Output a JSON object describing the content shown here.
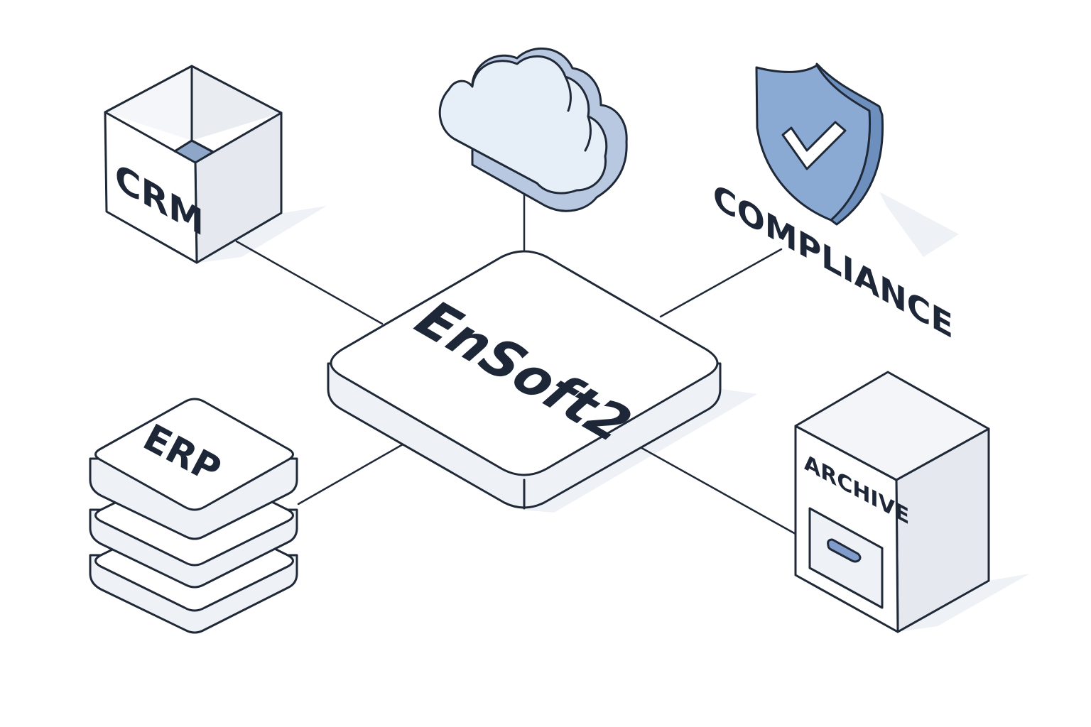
{
  "hub": {
    "label": "EnSoft2"
  },
  "nodes": {
    "crm": {
      "label": "CRM"
    },
    "erp": {
      "label": "ERP"
    },
    "cloud": {
      "label": ""
    },
    "compliance": {
      "label": "COMPLIANCE"
    },
    "archive": {
      "label": "ARCHIVE"
    }
  },
  "colors": {
    "outline": "#1f2937",
    "label": "#1e2738",
    "face_light": "#ffffff",
    "face_mid": "#f3f5f8",
    "face_dark": "#e4e8ee",
    "accent_blue": "#8aa9d3",
    "accent_blue_dark": "#6d8fbe",
    "cloud_light": "#e6eff8",
    "cloud_shade": "#b8c8e0",
    "shadow": "#eef1f5"
  },
  "icons": [
    "cloud-icon",
    "shield-check-icon",
    "drawer-handle-icon"
  ]
}
